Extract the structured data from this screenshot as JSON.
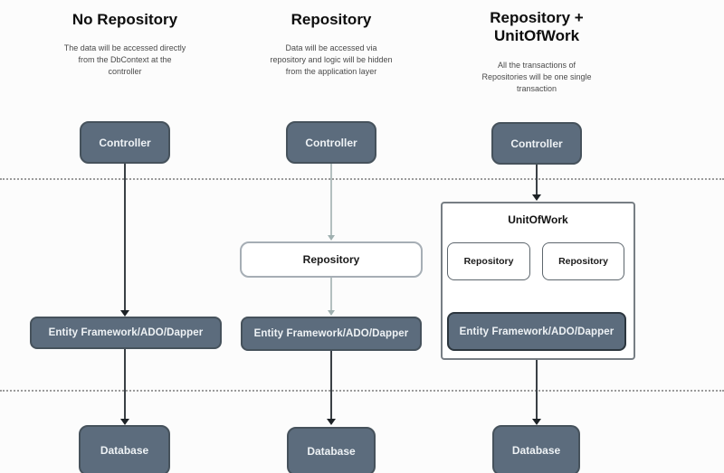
{
  "diagram": {
    "columns": [
      {
        "title": "No Repository",
        "subtitle": "The data will be accessed directly\nfrom the DbContext at the\ncontroller",
        "controller_label": "Controller",
        "ef_label": "Entity Framework/ADO/Dapper",
        "database_label": "Database"
      },
      {
        "title": "Repository",
        "subtitle": "Data will be accessed via\nrepository and logic will be hidden\nfrom the application layer",
        "controller_label": "Controller",
        "repository_label": "Repository",
        "ef_label": "Entity Framework/ADO/Dapper",
        "database_label": "Database"
      },
      {
        "title": "Repository +\nUnitOfWork",
        "subtitle": "All the transactions of\nRepositories will be one single\ntransaction",
        "controller_label": "Controller",
        "unitofwork_label": "UnitOfWork",
        "repository_labels": [
          "Repository",
          "Repository"
        ],
        "ef_label": "Entity Framework/ADO/Dapper",
        "database_label": "Database"
      }
    ],
    "colors": {
      "node_fill": "#5c6c7d",
      "node_border": "#46525c",
      "node_text": "#eef2f5",
      "dark_arrow": "#3a4045",
      "light_arrow": "#b3bfbf",
      "dotted_divider": "#9b9b9b",
      "white_node_border": "#a6aeb5",
      "container_border": "#777e84"
    }
  }
}
